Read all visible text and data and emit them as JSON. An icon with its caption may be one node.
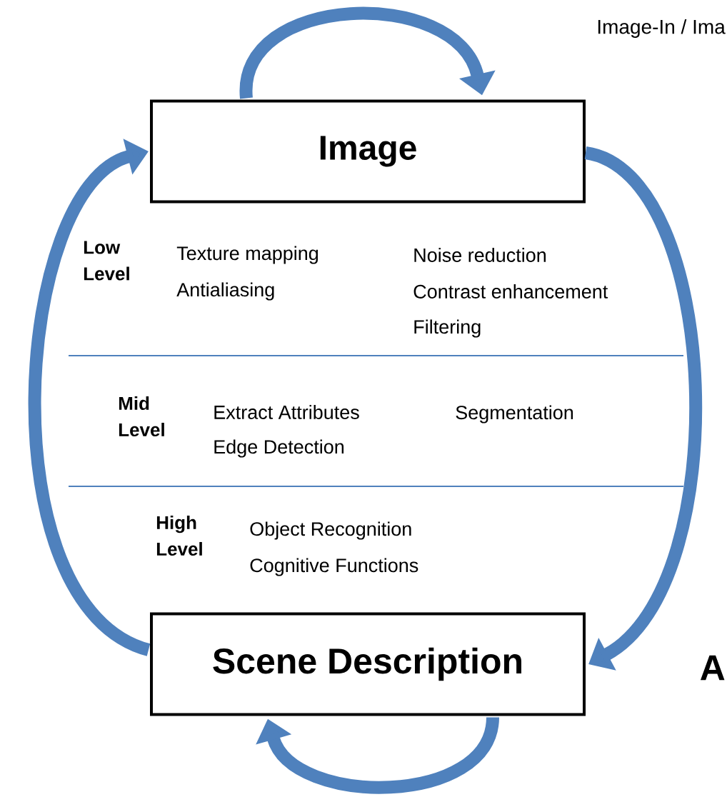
{
  "diagram": {
    "nodes": [
      {
        "text": [
          "Image"
        ]
      },
      {
        "text": [
          "Scene Description"
        ]
      }
    ],
    "edges": [
      {
        "from": 0,
        "to": 0,
        "arrow": "to"
      },
      {
        "from": 0,
        "to": 1,
        "arrow": "to"
      },
      {
        "from": 1,
        "to": 0,
        "arrow": "to"
      },
      {
        "from": 1,
        "to": 1,
        "arrow": "to"
      }
    ],
    "labels": [
      "Image-In / Ima",
      "Low Level",
      "Texture mapping",
      "Antialiasing",
      "Noise reduction",
      "Contrast enhancement",
      "Filtering",
      "Mid Level",
      "Extract Attributes",
      "Edge Detection",
      "Segmentation",
      "High Level",
      "Object Recognition",
      "Cognitive Functions",
      "A"
    ]
  }
}
